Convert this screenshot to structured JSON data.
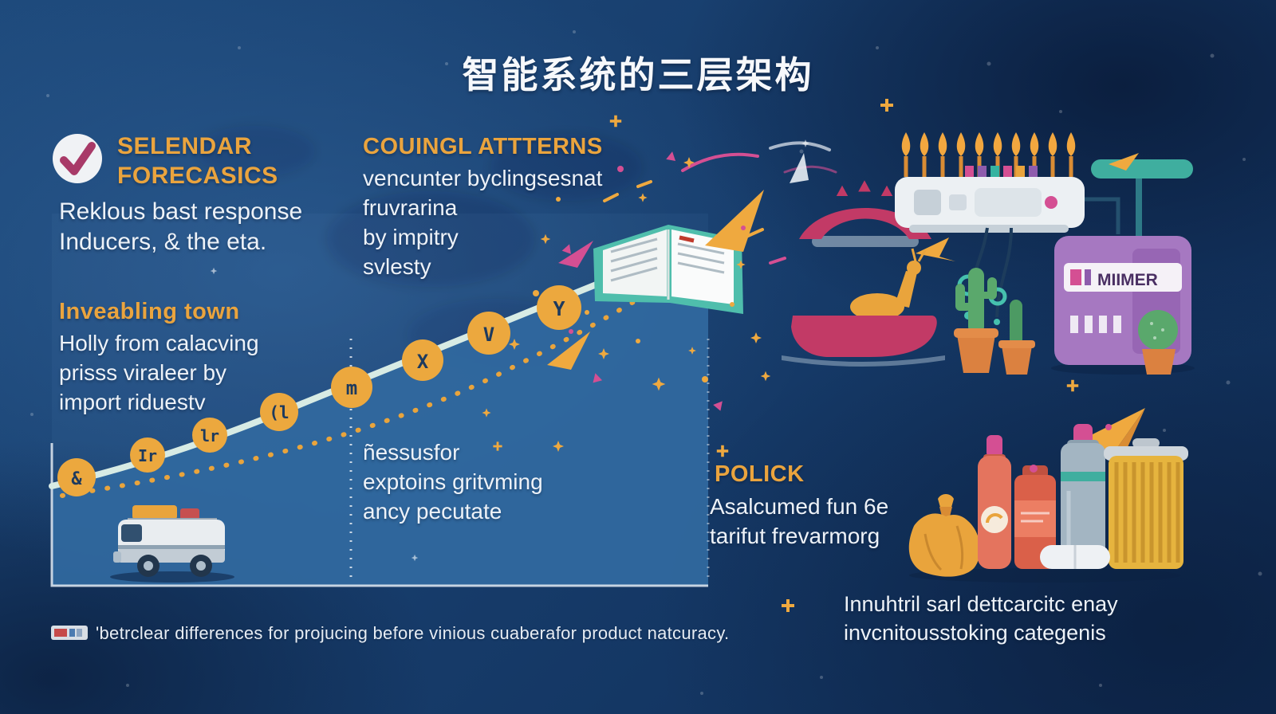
{
  "title": "智能系统的三层架构",
  "forecast": {
    "heading": [
      "SELENDAR",
      "FORECASICS"
    ],
    "body": [
      "Reklous bast response",
      "Inducers, & the eta."
    ]
  },
  "enabling": {
    "heading": "Inveabling town",
    "body": [
      "Holly from calacving",
      "prisss viraleer by",
      "import riduestv"
    ]
  },
  "counting": {
    "heading": "COUINGL ATTTERNS",
    "body": [
      "vencunter byclingsesnat",
      "fruvrarina",
      "by impitry",
      "svlesty"
    ]
  },
  "measure": {
    "body": [
      "ñessusfor",
      "exptoins gritvming",
      "ancy pecutate"
    ]
  },
  "policy": {
    "heading": "POLICK",
    "body": [
      "Asalcumed fun 6e",
      "tarifut frevarmorg"
    ]
  },
  "inventory": {
    "body": [
      "Innuhtril sarl dettcarcitc enay",
      "invcnitousstoking categenis"
    ]
  },
  "legend": {
    "text": "'betrclear differences for projucing before vinious cuaberafor product natcuracy."
  },
  "cabinet_label": "MIIMER",
  "icons": {
    "checkmark": "✓",
    "node_glyphs": [
      "&",
      "Ir",
      "lr",
      "(l",
      "m",
      "X",
      "V",
      "Y"
    ]
  },
  "colors": {
    "background_blue": "#16396A",
    "panel_blue": "#31699F",
    "accent_orange": "#EAA43E",
    "accent_pink": "#D44F93",
    "teal": "#4FBEAC",
    "purple": "#A678C1",
    "text_white": "#EDF2F8"
  }
}
